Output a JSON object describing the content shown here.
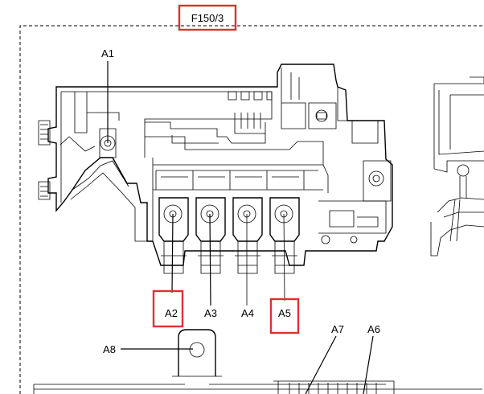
{
  "diagram": {
    "title": "F150/3",
    "highlight_color": "#e03030",
    "labels": {
      "a1": "A1",
      "a2": "A2",
      "a3": "A3",
      "a4": "A4",
      "a5": "A5",
      "a6": "A6",
      "a7": "A7",
      "a8": "A8"
    },
    "highlighted": [
      "F150/3",
      "A2",
      "A5"
    ]
  }
}
